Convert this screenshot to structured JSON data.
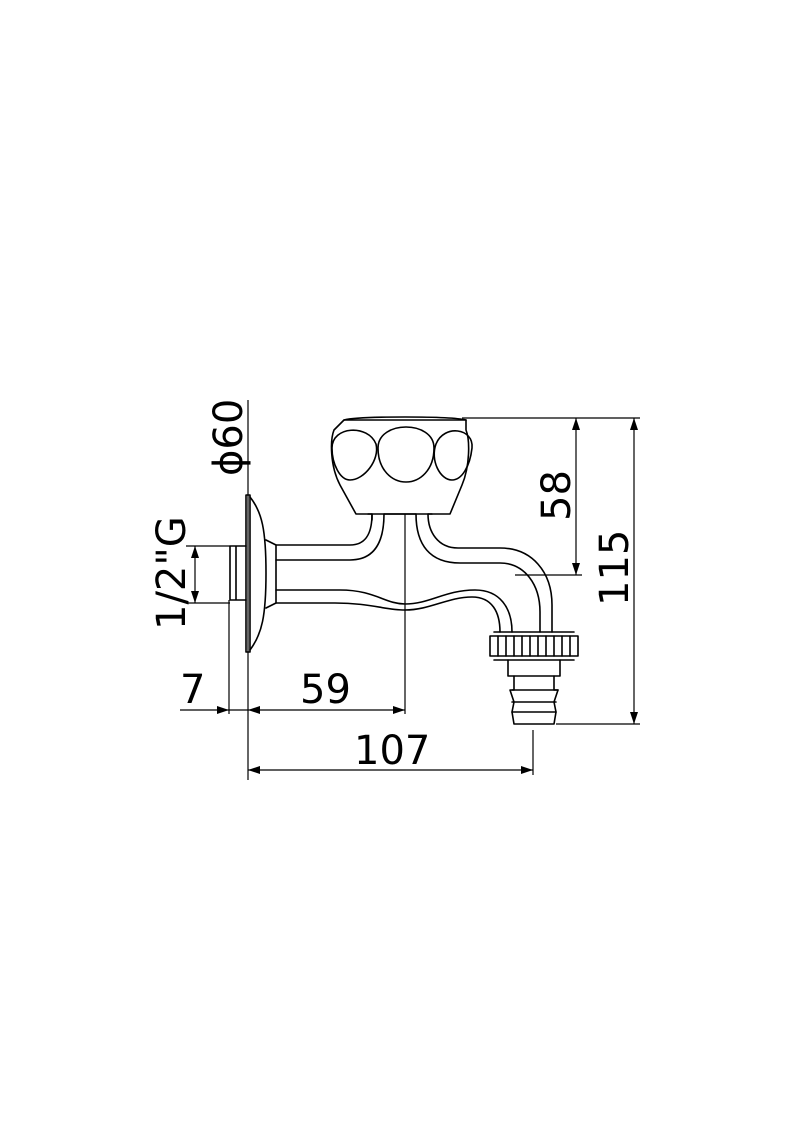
{
  "drawing": {
    "dimensions": {
      "diameter_rosette": "ϕ60",
      "thread": "1/2\"G",
      "wall_offset": "7",
      "handle_axis": "59",
      "total_length": "107",
      "handle_height": "58",
      "total_height": "115"
    }
  }
}
